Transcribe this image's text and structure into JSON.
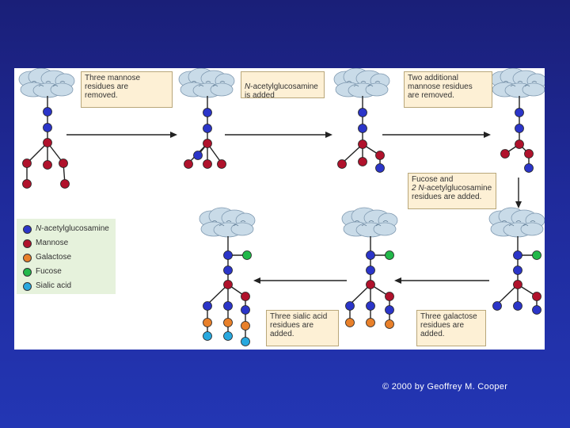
{
  "notes": {
    "step1": "Three mannose\nresidues are\nremoved.",
    "step2_italic": "N",
    "step2_rest": "-acetylglucosamine\nis added",
    "step3": "Two additional\nmannose residues\nare removed.",
    "step4_line1": "Fucose and",
    "step4_line2_italic": "2 N",
    "step4_line2_rest": "-acetylglucosamine",
    "step4_line3": "residues are added.",
    "step5": "Three galactose\nresidues are\nadded.",
    "step6": "Three sialic acid\nresidues are\nadded."
  },
  "legend": [
    {
      "italic": "N",
      "rest": "-acetylglucosamine",
      "color": "#2b35c8"
    },
    {
      "italic": "",
      "rest": "Mannose",
      "color": "#b0122c"
    },
    {
      "italic": "",
      "rest": "Galactose",
      "color": "#e8802a"
    },
    {
      "italic": "",
      "rest": "Fucose",
      "color": "#22b84a"
    },
    {
      "italic": "",
      "rest": "Sialic acid",
      "color": "#28a8de"
    }
  ],
  "colors": {
    "glcnac": "#2b35c8",
    "mannose": "#b0122c",
    "galactose": "#e8802a",
    "fucose": "#22b84a",
    "sialic": "#28a8de"
  },
  "copyright": "© 2000 by Geoffrey M. Cooper"
}
